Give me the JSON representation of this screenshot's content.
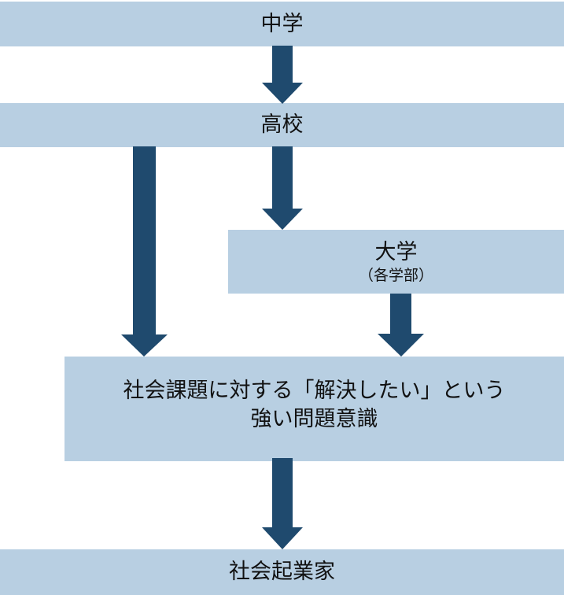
{
  "diagram": {
    "type": "flowchart",
    "colors": {
      "box_fill": "#B8CFE2",
      "arrow_fill": "#1F4A6E",
      "text": "#111111"
    },
    "nodes": {
      "junior_high": {
        "label": "中学"
      },
      "high_school": {
        "label": "高校"
      },
      "university": {
        "label": "大学",
        "sublabel": "（各学部）"
      },
      "awareness": {
        "line1": "社会課題に対する「解決したい」という",
        "line2": "強い問題意識"
      },
      "social_entrepreneur": {
        "label": "社会起業家"
      }
    },
    "edges": [
      {
        "from": "junior_high",
        "to": "high_school"
      },
      {
        "from": "high_school",
        "to": "awareness"
      },
      {
        "from": "high_school",
        "to": "university"
      },
      {
        "from": "university",
        "to": "awareness"
      },
      {
        "from": "awareness",
        "to": "social_entrepreneur"
      }
    ]
  }
}
